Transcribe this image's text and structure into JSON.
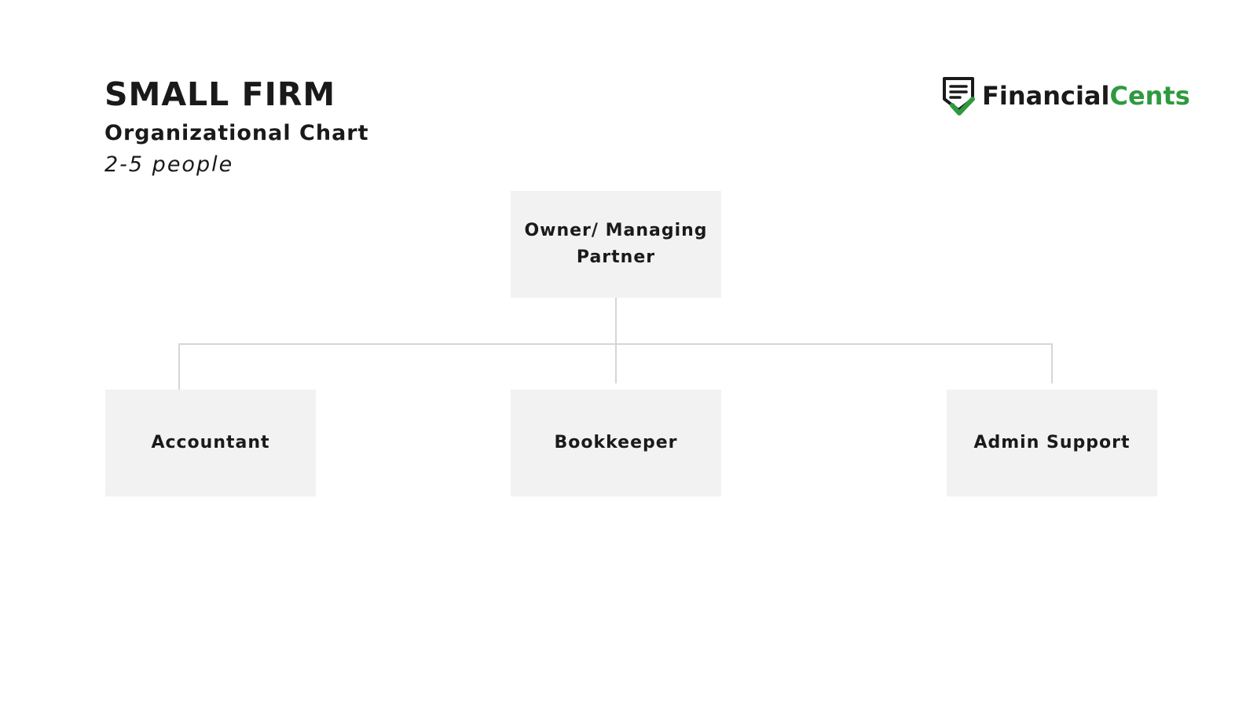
{
  "header": {
    "title": "SMALL FIRM",
    "subtitle": "Organizational Chart",
    "size_note": "2-5 people"
  },
  "logo": {
    "icon": "financialcents-logo-icon",
    "name_part_1": "Financial",
    "name_part_2": "Cents",
    "colors": {
      "dark": "#1a1a1a",
      "accent": "#2e9a3f"
    }
  },
  "org_chart": {
    "root": {
      "label": "Owner/ Managing Partner"
    },
    "children": [
      {
        "label": "Accountant"
      },
      {
        "label": "Bookkeeper"
      },
      {
        "label": "Admin Support"
      }
    ],
    "colors": {
      "box": "#f2f2f2",
      "connector": "#d6d6d6",
      "text": "#1a1a1a"
    }
  }
}
